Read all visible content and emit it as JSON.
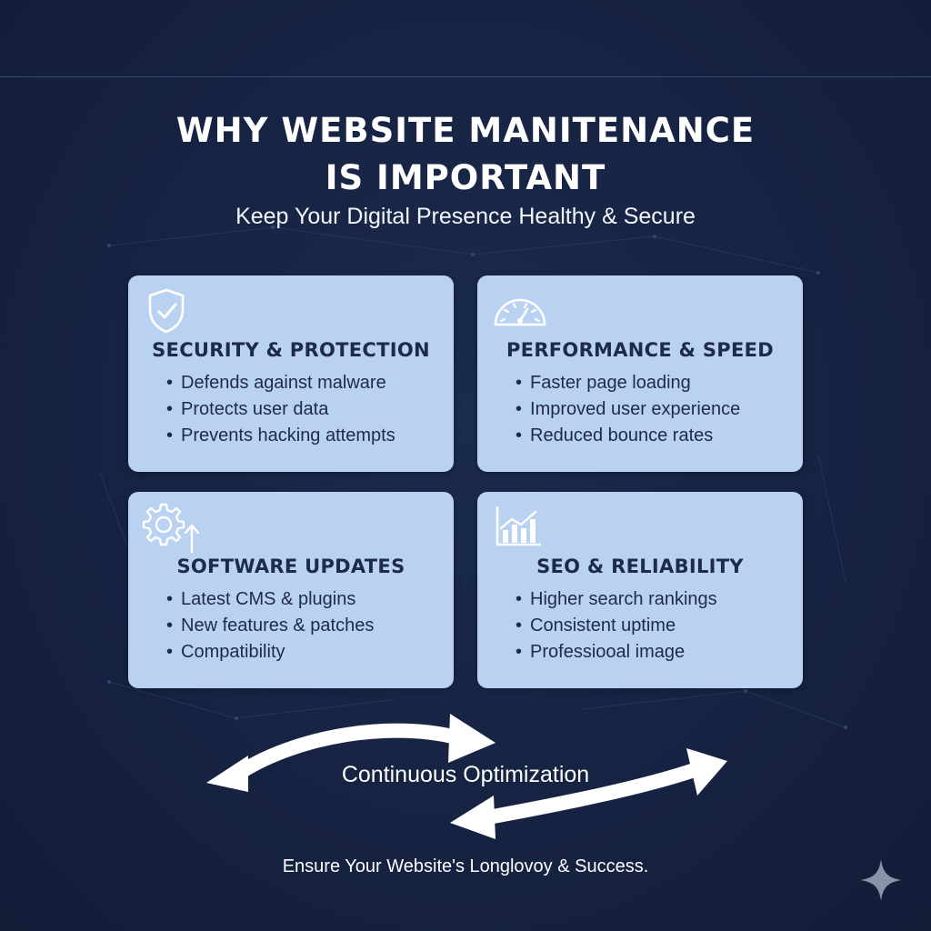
{
  "header": {
    "title_line1": "WHY WEBSITE MANITENANCE",
    "title_line2": "IS IMPORTANT",
    "subtitle": "Keep Your Digital Presence Healthy & Secure"
  },
  "cards": [
    {
      "icon": "shield-check-icon",
      "title": "SECURITY & PROTECTION",
      "items": [
        "Defends against malware",
        "Protects user data",
        "Prevents hacking attempts"
      ]
    },
    {
      "icon": "speedometer-icon",
      "title": "PERFORMANCE & SPEED",
      "items": [
        "Faster page loading",
        "Improved user experience",
        "Reduced bounce rates"
      ]
    },
    {
      "icon": "gear-arrow-icon",
      "title": "SOFTWARE UPDATES",
      "items": [
        "Latest CMS & plugins",
        "New features & patches",
        "Compatibility"
      ]
    },
    {
      "icon": "bar-chart-icon",
      "title": "SEO & RELIABILITY",
      "items": [
        "Higher search rankings",
        "Consistent uptime",
        "Professiooal image"
      ]
    }
  ],
  "cycle": {
    "label": "Continuous Optimization"
  },
  "footer": {
    "text": "Ensure Your Website's Longlovoy & Success."
  },
  "colors": {
    "background": "#172444",
    "card": "#b9d2f1",
    "card_text": "#1d2a4a",
    "icon_stroke": "#ffffff"
  }
}
